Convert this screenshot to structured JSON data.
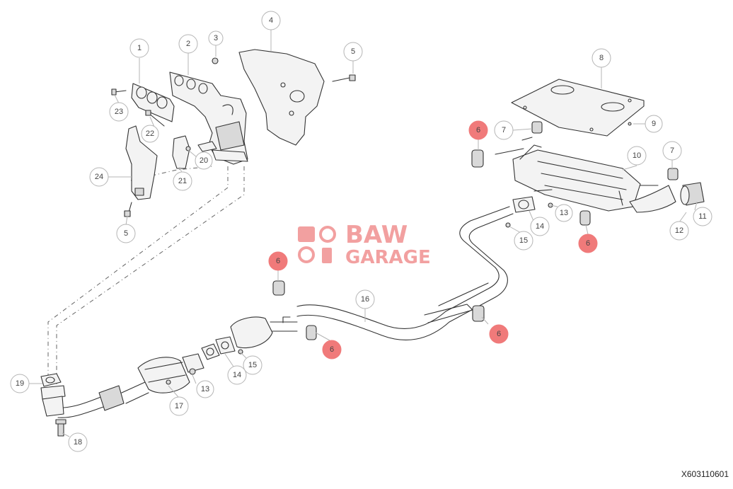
{
  "watermark": {
    "line1": "BAW",
    "line2": "GARAGE",
    "color": "#f2a0a0"
  },
  "diagram_code": "X603110601",
  "highlight_color": "#f07a7a",
  "callouts": [
    {
      "id": "c1",
      "label": "1"
    },
    {
      "id": "c2",
      "label": "2"
    },
    {
      "id": "c3",
      "label": "3"
    },
    {
      "id": "c4",
      "label": "4"
    },
    {
      "id": "c5a",
      "label": "5"
    },
    {
      "id": "c5b",
      "label": "5"
    },
    {
      "id": "c6a",
      "label": "6",
      "highlight": true
    },
    {
      "id": "c6b",
      "label": "6",
      "highlight": true
    },
    {
      "id": "c6c",
      "label": "6",
      "highlight": true
    },
    {
      "id": "c6d",
      "label": "6",
      "highlight": true
    },
    {
      "id": "c6e",
      "label": "6",
      "highlight": true
    },
    {
      "id": "c7a",
      "label": "7"
    },
    {
      "id": "c7b",
      "label": "7"
    },
    {
      "id": "c8",
      "label": "8"
    },
    {
      "id": "c9",
      "label": "9"
    },
    {
      "id": "c10",
      "label": "10"
    },
    {
      "id": "c11",
      "label": "11"
    },
    {
      "id": "c12",
      "label": "12"
    },
    {
      "id": "c13a",
      "label": "13"
    },
    {
      "id": "c13b",
      "label": "13"
    },
    {
      "id": "c14a",
      "label": "14"
    },
    {
      "id": "c14b",
      "label": "14"
    },
    {
      "id": "c15a",
      "label": "15"
    },
    {
      "id": "c15b",
      "label": "15"
    },
    {
      "id": "c16",
      "label": "16"
    },
    {
      "id": "c17",
      "label": "17"
    },
    {
      "id": "c18",
      "label": "18"
    },
    {
      "id": "c19",
      "label": "19"
    },
    {
      "id": "c20",
      "label": "20"
    },
    {
      "id": "c21",
      "label": "21"
    },
    {
      "id": "c22",
      "label": "22"
    },
    {
      "id": "c23",
      "label": "23"
    },
    {
      "id": "c24",
      "label": "24"
    }
  ]
}
